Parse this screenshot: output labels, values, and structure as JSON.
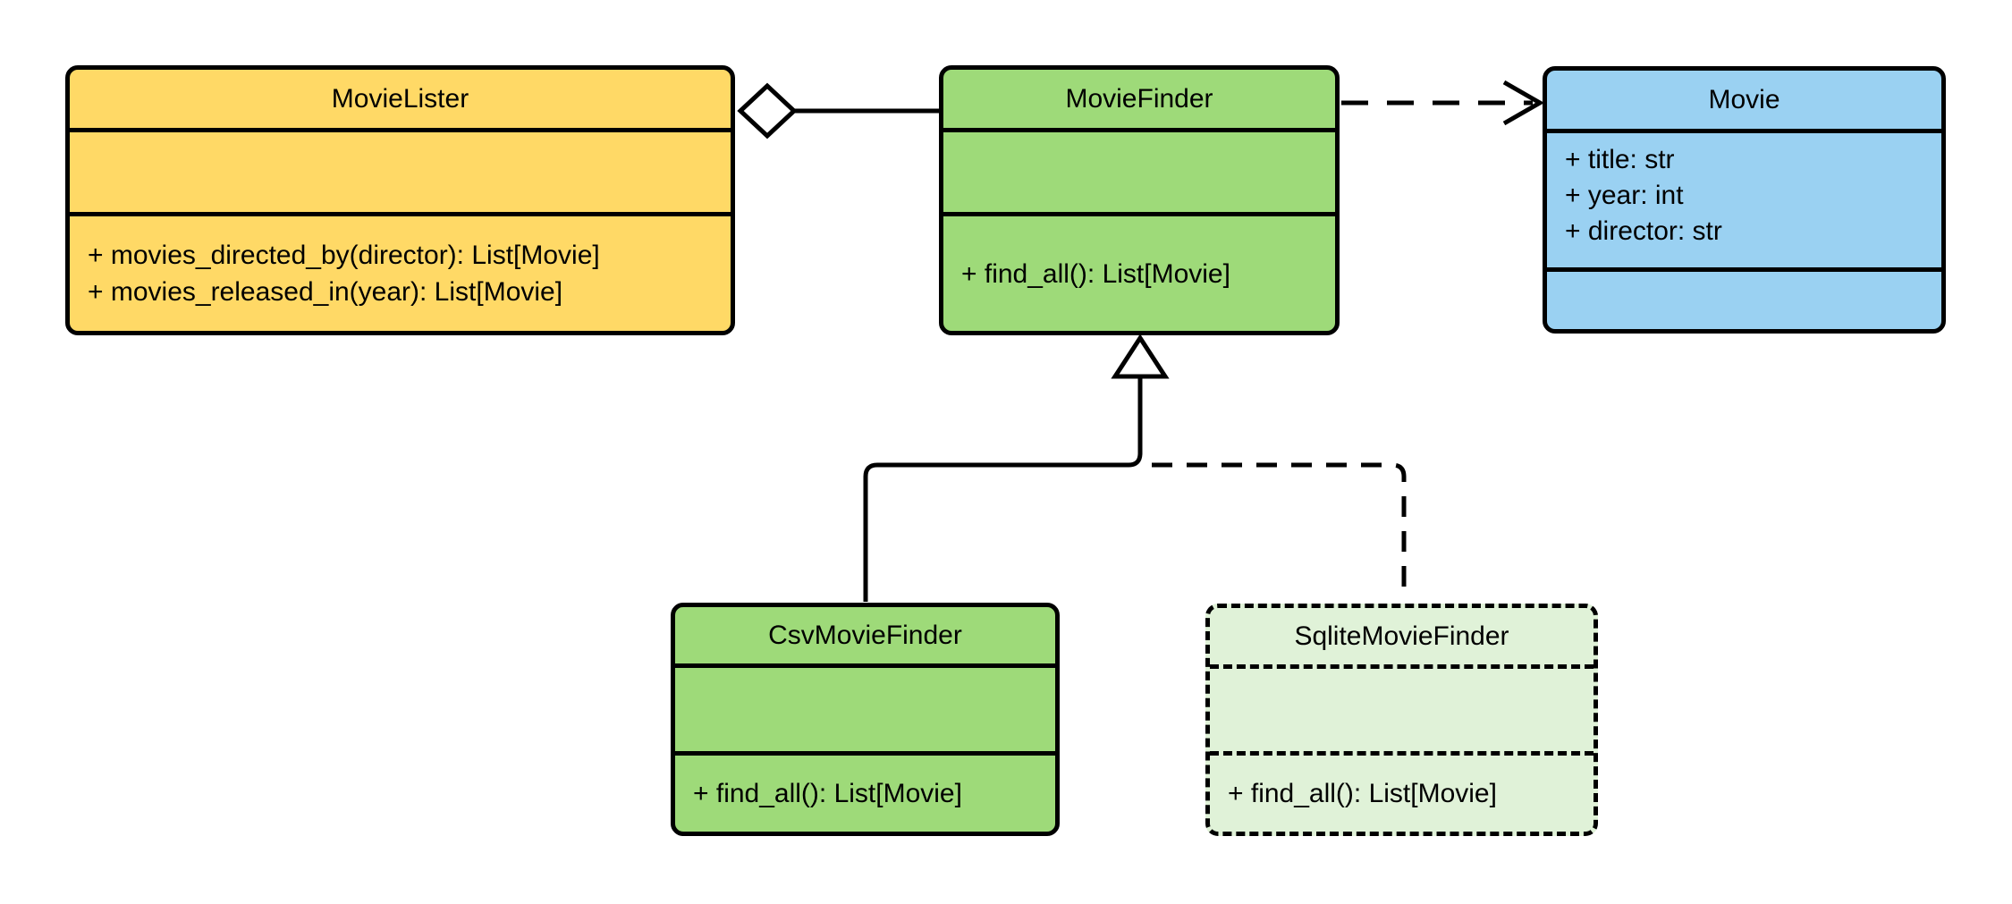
{
  "diagram": {
    "type": "uml-class-diagram",
    "background": "#ffffff",
    "line_color": "#000000",
    "classes": [
      {
        "name": "MovieLister",
        "fill": "#FFD966",
        "border_style": "solid",
        "attributes": [],
        "methods": [
          "+ movies_directed_by(director): List[Movie]",
          "+ movies_released_in(year): List[Movie]"
        ]
      },
      {
        "name": "MovieFinder",
        "fill": "#9EDA79",
        "border_style": "solid",
        "attributes": [],
        "methods": [
          "+ find_all(): List[Movie]"
        ]
      },
      {
        "name": "Movie",
        "fill": "#9AD1F2",
        "border_style": "solid",
        "attributes": [
          "+ title: str",
          "+ year: int",
          "+ director: str"
        ],
        "methods": []
      },
      {
        "name": "CsvMovieFinder",
        "fill": "#9EDA79",
        "border_style": "solid",
        "attributes": [],
        "methods": [
          "+ find_all(): List[Movie]"
        ]
      },
      {
        "name": "SqliteMovieFinder",
        "fill": "#E0F2D8",
        "border_style": "dashed",
        "attributes": [],
        "methods": [
          "+ find_all(): List[Movie]"
        ]
      }
    ],
    "relationships": [
      {
        "type": "aggregation",
        "from": "MovieLister",
        "to": "MovieFinder",
        "line": "solid",
        "marker": "hollow-diamond-at-source"
      },
      {
        "type": "dependency",
        "from": "MovieFinder",
        "to": "Movie",
        "line": "dashed",
        "marker": "open-arrow-at-target"
      },
      {
        "type": "generalization",
        "from": "CsvMovieFinder",
        "to": "MovieFinder",
        "line": "solid",
        "marker": "hollow-triangle-at-target"
      },
      {
        "type": "generalization",
        "from": "SqliteMovieFinder",
        "to": "MovieFinder",
        "line": "dashed",
        "marker": "hollow-triangle-at-target"
      }
    ]
  }
}
